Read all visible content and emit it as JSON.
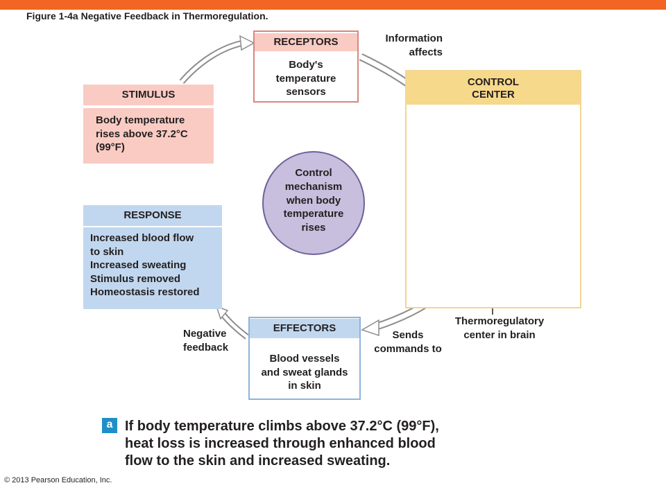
{
  "figure_title": "Figure 1-4a  Negative Feedback in Thermoregulation.",
  "stimulus": {
    "header": "STIMULUS",
    "lines": [
      "Body temperature",
      "rises above  37.2°C",
      "(99°F)"
    ]
  },
  "receptors": {
    "header": "RECEPTORS",
    "lines": [
      "Body's",
      "temperature",
      "sensors"
    ]
  },
  "control_center": {
    "header_lines": [
      "CONTROL",
      "CENTER"
    ]
  },
  "response": {
    "header": "RESPONSE",
    "lines": [
      "Increased  blood flow",
      "to skin",
      "Increased  sweating",
      "Stimulus removed",
      "Homeostasis  restored"
    ]
  },
  "effectors": {
    "header": "EFFECTORS",
    "lines": [
      "Blood vessels",
      "and sweat glands",
      "in skin"
    ]
  },
  "control_mechanism": {
    "lines": [
      "Control",
      "mechanism",
      "when body",
      "temperature",
      "rises"
    ]
  },
  "arrow_labels": {
    "information_affects": [
      "Information",
      "affects"
    ],
    "sends_commands_to": [
      "Sends",
      "commands  to"
    ],
    "negative_feedback": [
      "Negative",
      "feedback"
    ]
  },
  "thermoregulatory_label": [
    "Thermoregulatory",
    "center  in brain"
  ],
  "caption": {
    "badge": "a",
    "lines": [
      "If body temperature climbs above 37.2°C (99°F),",
      "heat loss is increased through enhanced blood",
      "flow to the skin and increased sweating."
    ]
  },
  "copyright": "© 2013 Pearson Education, Inc.",
  "colors": {
    "top_bar": "#f26522",
    "stimulus_fill": "#f9cbc3",
    "control_center_fill": "#f7d98b",
    "response_fill": "#c1d7ef",
    "mechanism_fill": "#c8bedd",
    "badge": "#1f8fc9"
  }
}
